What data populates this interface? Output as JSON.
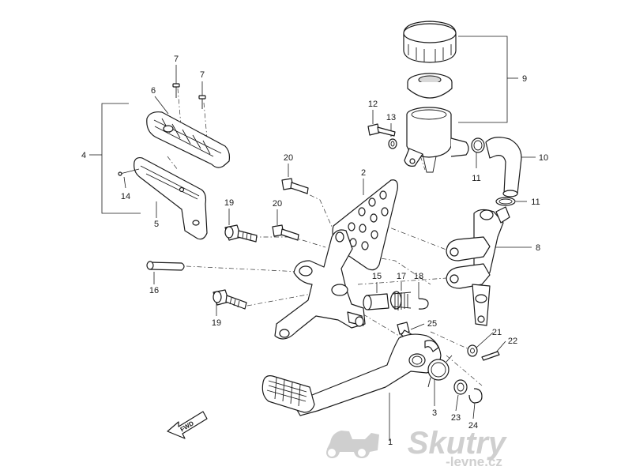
{
  "callouts": [
    {
      "id": "c1",
      "text": "1"
    },
    {
      "id": "c2",
      "text": "2"
    },
    {
      "id": "c3",
      "text": "3"
    },
    {
      "id": "c4",
      "text": "4"
    },
    {
      "id": "c5",
      "text": "5"
    },
    {
      "id": "c6",
      "text": "6"
    },
    {
      "id": "c7a",
      "text": "7"
    },
    {
      "id": "c7b",
      "text": "7"
    },
    {
      "id": "c8",
      "text": "8"
    },
    {
      "id": "c9",
      "text": "9"
    },
    {
      "id": "c10",
      "text": "10"
    },
    {
      "id": "c11a",
      "text": "11"
    },
    {
      "id": "c11b",
      "text": "11"
    },
    {
      "id": "c12",
      "text": "12"
    },
    {
      "id": "c13",
      "text": "13"
    },
    {
      "id": "c14",
      "text": "14"
    },
    {
      "id": "c15",
      "text": "15"
    },
    {
      "id": "c16",
      "text": "16"
    },
    {
      "id": "c17",
      "text": "17"
    },
    {
      "id": "c18",
      "text": "18"
    },
    {
      "id": "c19a",
      "text": "19"
    },
    {
      "id": "c19b",
      "text": "19"
    },
    {
      "id": "c20a",
      "text": "20"
    },
    {
      "id": "c20b",
      "text": "20"
    },
    {
      "id": "c21",
      "text": "21"
    },
    {
      "id": "c22",
      "text": "22"
    },
    {
      "id": "c23",
      "text": "23"
    },
    {
      "id": "c24",
      "text": "24"
    },
    {
      "id": "c25",
      "text": "25"
    }
  ],
  "fwd_arrow": {
    "label": "FWD"
  },
  "watermark": {
    "brand": "Skutry",
    "domain": "-levne.cz"
  }
}
